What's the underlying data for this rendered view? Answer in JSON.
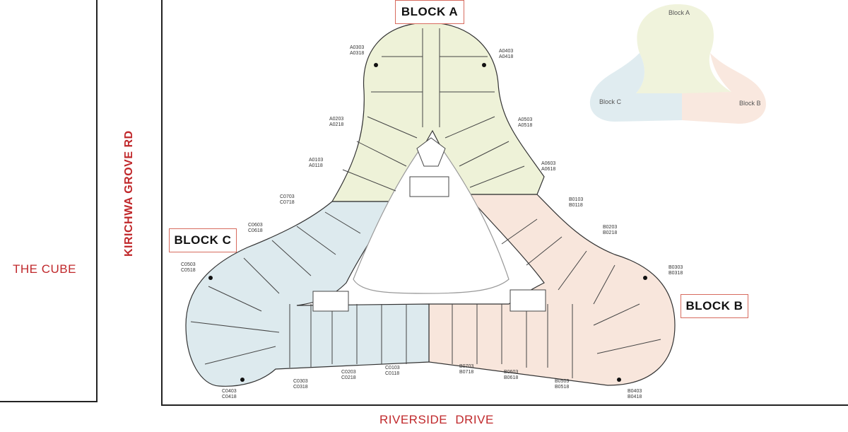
{
  "blocks": {
    "a": {
      "label": "BLOCK A"
    },
    "b": {
      "label": "BLOCK B"
    },
    "c": {
      "label": "BLOCK C"
    }
  },
  "streets": {
    "neighbor": "THE CUBE",
    "road_west": "KIRICHWA GROVE RD",
    "road_south": "RIVERSIDE DRIVE"
  },
  "key_plan": {
    "block_a": "Block A",
    "block_b": "Block B",
    "block_c": "Block C"
  },
  "units": {
    "a03": [
      "A0303",
      "A0318"
    ],
    "a04": [
      "A0403",
      "A0418"
    ],
    "a02": [
      "A0203",
      "A0218"
    ],
    "a05": [
      "A0503",
      "A0518"
    ],
    "a01": [
      "A0103",
      "A0118"
    ],
    "a06": [
      "A0603",
      "A0618"
    ],
    "c07": [
      "C0703",
      "C0718"
    ],
    "c06": [
      "C0603",
      "C0618"
    ],
    "c05": [
      "C0503",
      "C0518"
    ],
    "c04": [
      "C0403",
      "C0418"
    ],
    "c03": [
      "C0303",
      "C0318"
    ],
    "c02": [
      "C0203",
      "C0218"
    ],
    "c01": [
      "C0103",
      "C0118"
    ],
    "b01": [
      "B0103",
      "B0118"
    ],
    "b02": [
      "B0203",
      "B0218"
    ],
    "b03": [
      "B0303",
      "B0318"
    ],
    "b07": [
      "B0703",
      "B0718"
    ],
    "b06": [
      "B0603",
      "B0618"
    ],
    "b05": [
      "B0503",
      "B0518"
    ],
    "b04": [
      "B0403",
      "B0418"
    ]
  },
  "colors": {
    "block_a_fill": "#eef2d8",
    "block_b_fill": "#f8e6dc",
    "block_c_fill": "#ddeaee",
    "street_text": "#c0282b",
    "label_border": "#d76b5e"
  }
}
